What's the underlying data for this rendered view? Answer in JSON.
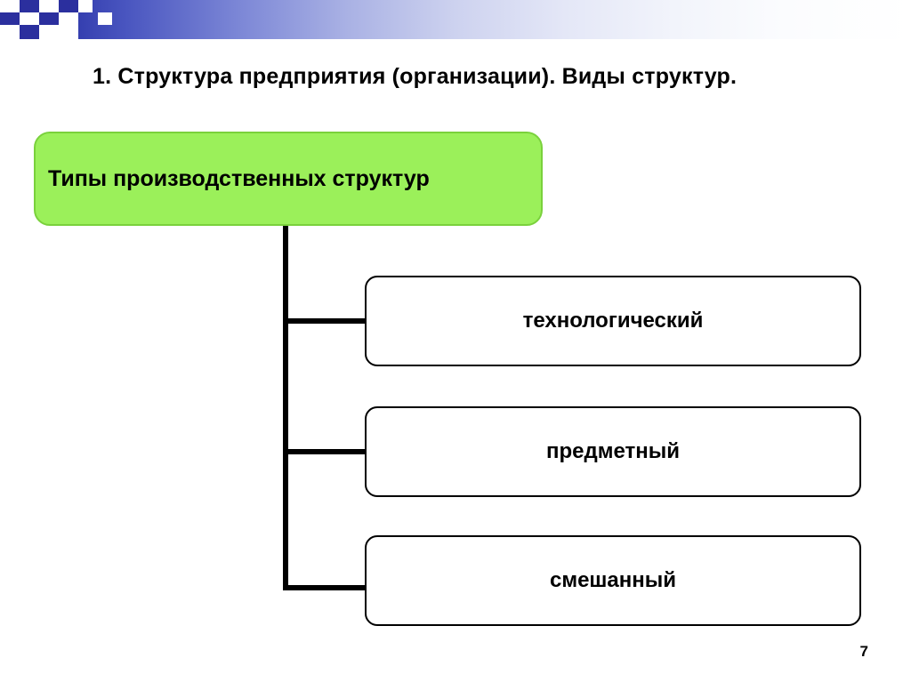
{
  "slide": {
    "title": "1. Структура предприятия (организации). Виды структур.",
    "page_number": "7",
    "accent_color": "#9bf05a",
    "banner_color": "#2b2f9e"
  },
  "diagram": {
    "type": "tree",
    "root": {
      "label": "Типы производственных структур",
      "fill": "#9bf05a"
    },
    "children": [
      {
        "label": "технологический",
        "fill": "#ffffff"
      },
      {
        "label": "предметный",
        "fill": "#ffffff"
      },
      {
        "label": "смешанный",
        "fill": "#ffffff"
      }
    ]
  }
}
